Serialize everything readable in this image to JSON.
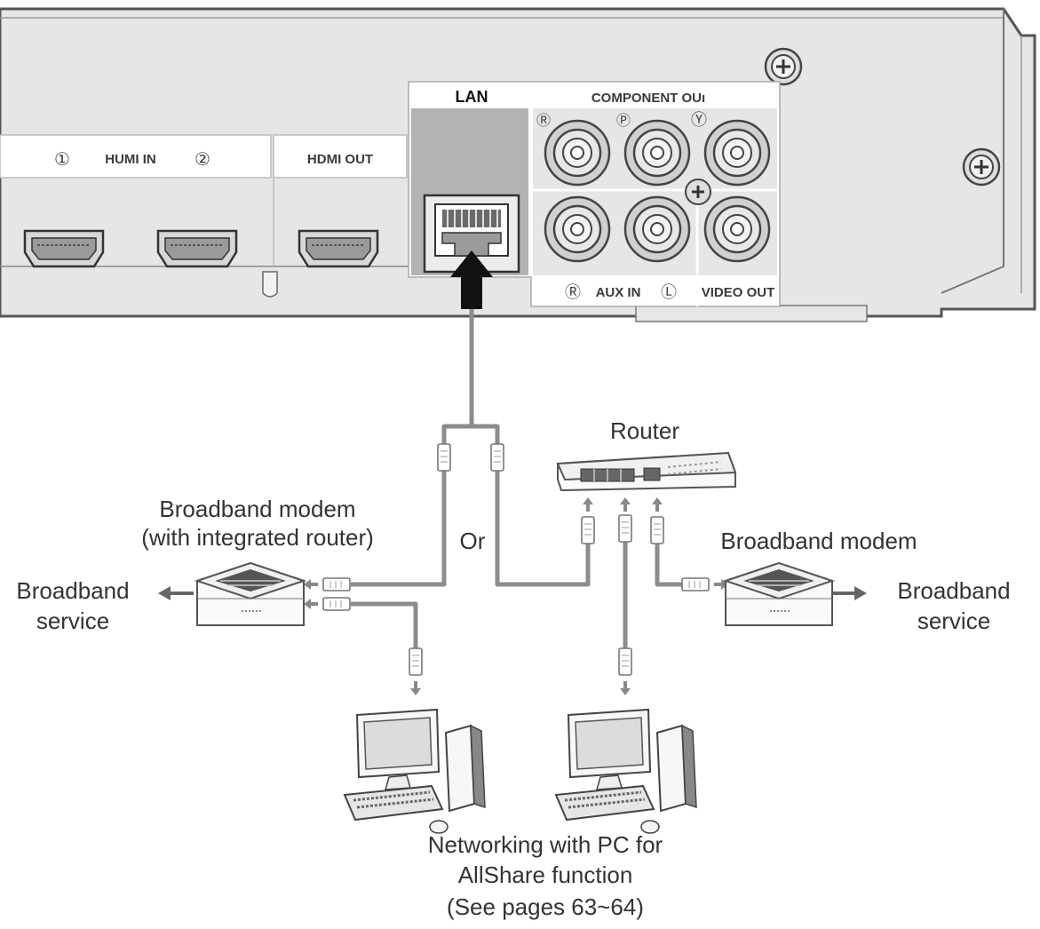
{
  "panel": {
    "lan": "LAN",
    "component_out": "COMPONENT OUı",
    "hdmi_in": "HUMI IN",
    "hdmi_in_num1": "①",
    "hdmi_in_num2": "②",
    "hdmi_out": "HDMI OUT",
    "aux_in": "AUX IN",
    "aux_r": "Ⓡ",
    "aux_l": "Ⓛ",
    "video_out": "VIDEO OUT",
    "comp_r": "Ⓡ",
    "comp_p": "Ⓟ",
    "comp_y": "Ⓨ"
  },
  "labels": {
    "router": "Router",
    "modem_integrated_line1": "Broadband modem",
    "modem_integrated_line2": "(with integrated router)",
    "or": "Or",
    "modem": "Broadband modem",
    "service_left_line1": "Broadband",
    "service_left_line2": "service",
    "service_right_line1": "Broadband",
    "service_right_line2": "service",
    "caption_line1": "Networking with PC for",
    "caption_line2": "AllShare function",
    "caption_line3": "(See pages 63~64)"
  },
  "colors": {
    "panel_fill": "#e6e6e6",
    "panel_stroke": "#555555",
    "lan_section": "#b3b3b3",
    "cable": "#8c8c8c",
    "arrow": "#111111"
  }
}
